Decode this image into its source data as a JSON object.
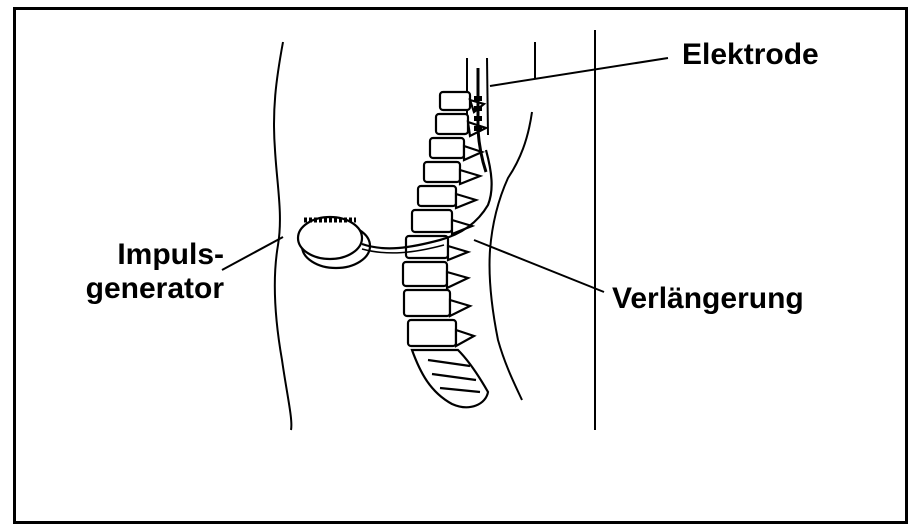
{
  "labels": {
    "electrode": "Elektrode",
    "pulse_generator_line1": "Impuls-",
    "pulse_generator_line2": "generator",
    "extension": "Verlängerung"
  },
  "colors": {
    "ink": "#000000",
    "background": "#ffffff"
  },
  "icons": [
    "spine-illustration",
    "pulse-generator-device",
    "electrode-lead",
    "extension-cable"
  ]
}
